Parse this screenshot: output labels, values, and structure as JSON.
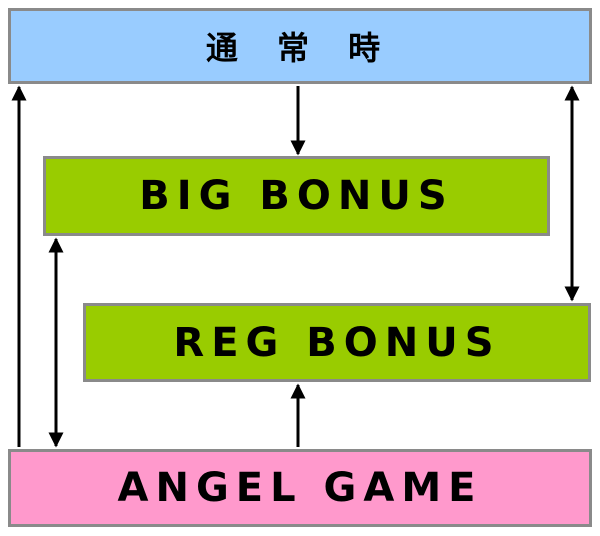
{
  "colors": {
    "normal_fill": "#99ccff",
    "big_fill": "#99cc00",
    "reg_fill": "#99cc00",
    "angel_fill": "#ff99cc",
    "border": "#8a8a8a",
    "arrow": "#000000"
  },
  "nodes": {
    "normal": "通 常 時",
    "big_bonus": "BIG BONUS",
    "reg_bonus": "REG BONUS",
    "angel_game": "ANGEL GAME"
  },
  "edges": [
    {
      "from": "normal",
      "to": "big_bonus",
      "direction": "one-way"
    },
    {
      "from": "normal",
      "to": "reg_bonus",
      "direction": "two-way"
    },
    {
      "from": "big_bonus",
      "to": "angel_game",
      "direction": "two-way"
    },
    {
      "from": "angel_game",
      "to": "reg_bonus",
      "direction": "one-way"
    },
    {
      "from": "angel_game",
      "to": "normal",
      "direction": "one-way"
    }
  ]
}
